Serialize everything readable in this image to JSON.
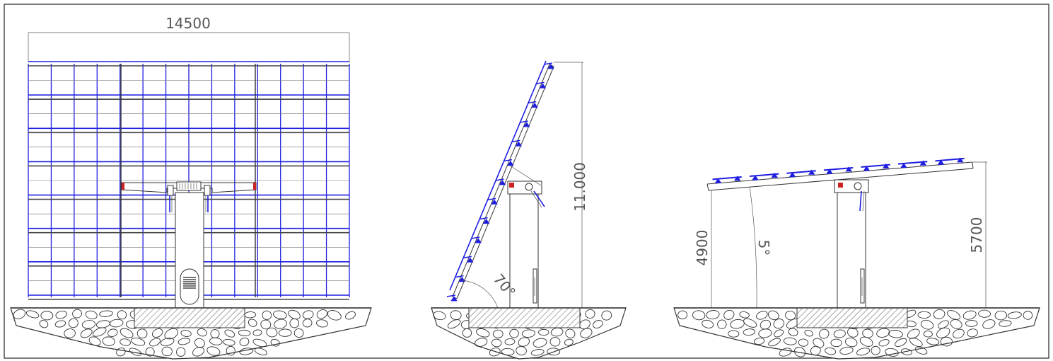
{
  "dimensions": {
    "width_label": "14500",
    "height_label": "11.000",
    "tilt_angle_label": "70°",
    "left_height_label": "4900",
    "slope_angle_label": "5°",
    "right_height_label": "5700"
  },
  "colors": {
    "panel_rail": "#1e1ee0",
    "line": "#333333",
    "dimension_text": "#555555",
    "accent_red": "#cc2222"
  }
}
